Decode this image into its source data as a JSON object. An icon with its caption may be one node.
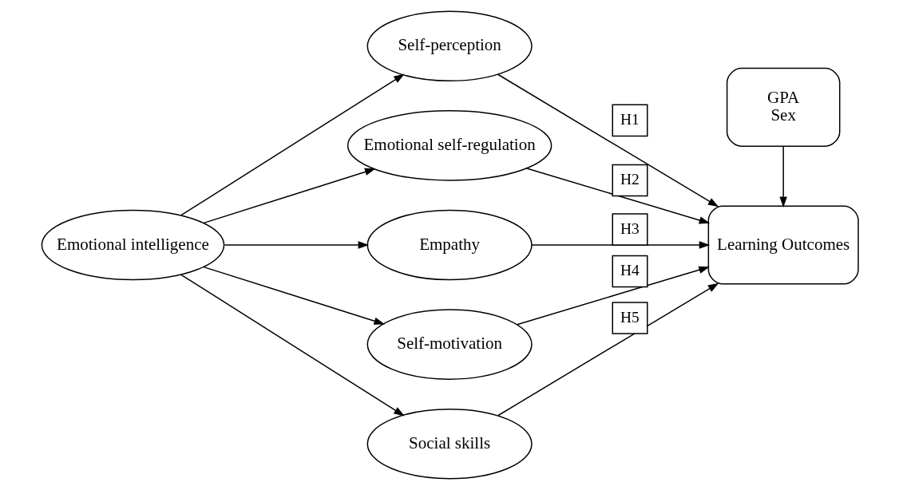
{
  "diagram": {
    "nodes": [
      {
        "text": [
          "Emotional intelligence"
        ]
      },
      {
        "text": [
          "Self-perception"
        ]
      },
      {
        "text": [
          "Emotional self-regulation"
        ]
      },
      {
        "text": [
          "Empathy"
        ]
      },
      {
        "text": [
          "Self-motivation"
        ]
      },
      {
        "text": [
          "Social skills"
        ]
      },
      {
        "text": [
          "GPA",
          "Sex"
        ]
      },
      {
        "text": [
          "Learning Outcomes"
        ]
      }
    ],
    "edges": [
      {
        "from": 0,
        "to": 1,
        "arrow": "to"
      },
      {
        "from": 0,
        "to": 2,
        "arrow": "to"
      },
      {
        "from": 0,
        "to": 3,
        "arrow": "to"
      },
      {
        "from": 0,
        "to": 4,
        "arrow": "to"
      },
      {
        "from": 0,
        "to": 5,
        "arrow": "to"
      },
      {
        "from": 1,
        "to": 7,
        "arrow": "to",
        "label": "H1"
      },
      {
        "from": 2,
        "to": 7,
        "arrow": "to",
        "label": "H2"
      },
      {
        "from": 3,
        "to": 7,
        "arrow": "to",
        "label": "H3"
      },
      {
        "from": 4,
        "to": 7,
        "arrow": "to",
        "label": "H4"
      },
      {
        "from": 5,
        "to": 7,
        "arrow": "to",
        "label": "H5"
      },
      {
        "from": 6,
        "to": 7,
        "arrow": "to"
      }
    ]
  }
}
